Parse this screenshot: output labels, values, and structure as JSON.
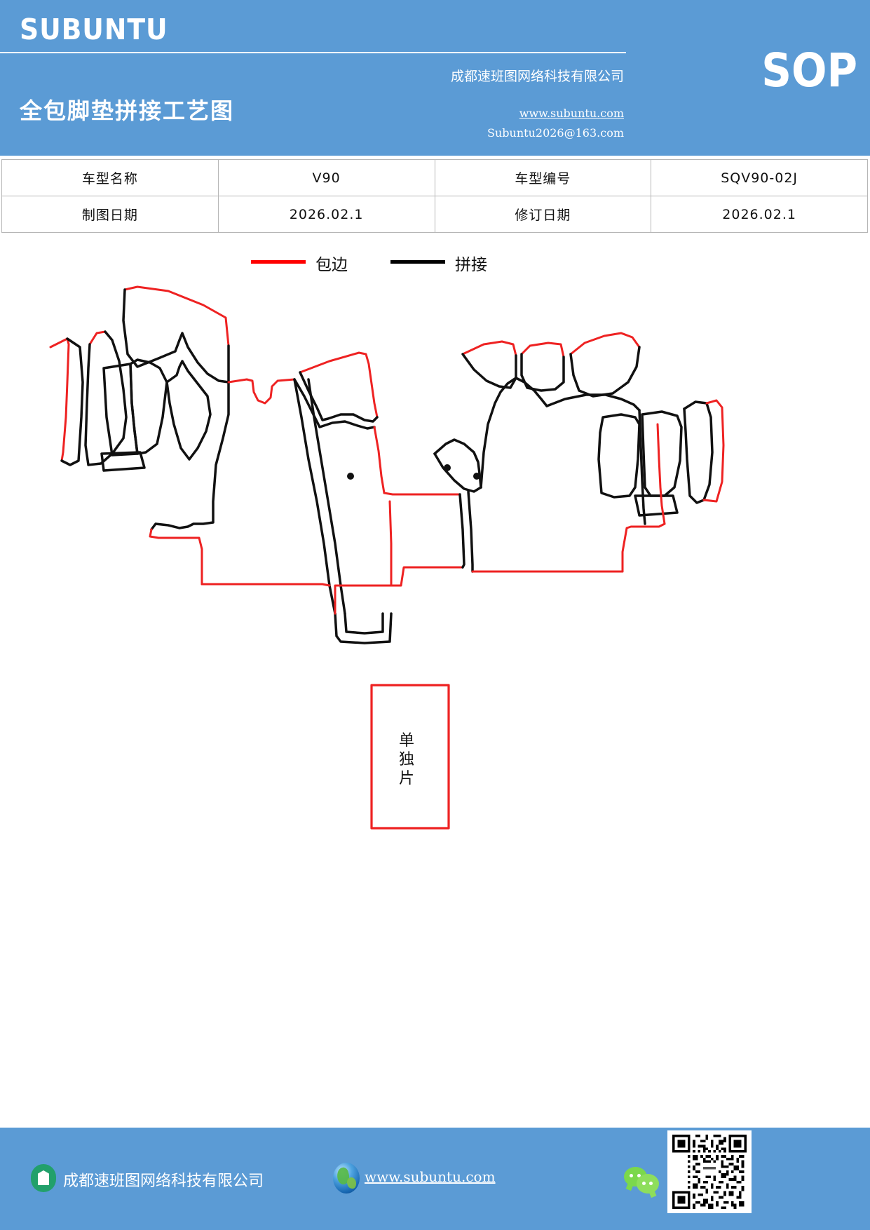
{
  "header": {
    "brand": "SUBUNTU",
    "doc_type": "SOP",
    "title": "全包脚垫拼接工艺图",
    "company": "成都速班图网络科技有限公司",
    "website": "www.subuntu.com",
    "email": "Subuntu2026@163.com",
    "background_color": "#5b9bd5"
  },
  "info_table": {
    "rows": [
      {
        "label1": "车型名称",
        "value1": "V90",
        "label2": "车型编号",
        "value2": "SQV90-02J"
      },
      {
        "label1": "制图日期",
        "value1": "2026.02.1",
        "label2": "修订日期",
        "value2": "2026.02.1"
      }
    ]
  },
  "legend": {
    "items": [
      {
        "label": "包边",
        "color": "#ff0000",
        "icon": "red-line-swatch"
      },
      {
        "label": "拼接",
        "color": "#000000",
        "icon": "black-line-swatch"
      }
    ]
  },
  "drawing": {
    "separate_piece_label": "单独片",
    "binding_color": "#ee2222",
    "splice_color": "#111111"
  },
  "footer": {
    "company": "成都速班图网络科技有限公司",
    "website": "www.subuntu.com",
    "building_icon": "building-icon",
    "globe_icon": "globe-icon",
    "wechat_icon": "wechat-icon",
    "qr_icon": "qr-code",
    "background_color": "#5b9bd5"
  }
}
